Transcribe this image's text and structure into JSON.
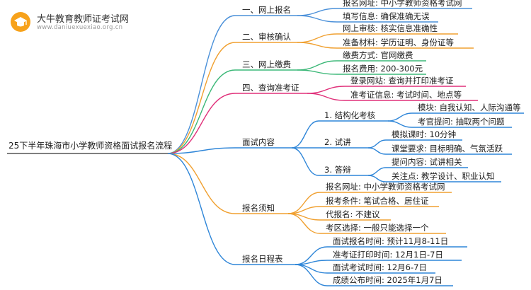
{
  "logo": {
    "name": "大牛教育教师证考试网",
    "url": "www.daniuexuexiao.org.cn"
  },
  "root": {
    "label": "25下半年珠海市小学教师资格面试报名流程"
  },
  "branches": [
    {
      "label": "一、网上报名",
      "color": "#4a90d9",
      "children": [
        {
          "label": "报名网址: 中小学教师资格考试网"
        },
        {
          "label": "填写信息: 确保准确无误"
        }
      ]
    },
    {
      "label": "二、审核确认",
      "color": "#f0a030",
      "children": [
        {
          "label": "网上审核: 核实信息准确性"
        },
        {
          "label": "准备材料: 学历证明、身份证等"
        }
      ]
    },
    {
      "label": "三、网上缴费",
      "color": "#3cb878",
      "children": [
        {
          "label": "缴费方式: 官网缴费"
        },
        {
          "label": "报名费用: 200-300元"
        }
      ]
    },
    {
      "label": "四、查询准考证",
      "color": "#e0307a",
      "children": [
        {
          "label": "登录网站: 查询并打印准考证"
        },
        {
          "label": "准考证信息: 考试时间、地点等"
        }
      ]
    },
    {
      "label": "面试内容",
      "color": "#2f86d8",
      "children": [
        {
          "label": "1. 结构化考核",
          "children": [
            {
              "label": "模块: 自我认知、人际沟通等"
            },
            {
              "label": "考官提问: 抽取两个问题"
            }
          ]
        },
        {
          "label": "2. 试讲",
          "children": [
            {
              "label": "模拟课时: 10分钟"
            },
            {
              "label": "课堂要求: 目标明确、气氛活跃"
            }
          ]
        },
        {
          "label": "3. 答辩",
          "children": [
            {
              "label": "提问内容: 试讲相关"
            },
            {
              "label": "关注点: 教学设计、职业认知"
            }
          ]
        }
      ]
    },
    {
      "label": "报名须知",
      "color": "#f0a030",
      "children": [
        {
          "label": "报名网址: 中小学教师资格考试网"
        },
        {
          "label": "报考条件: 笔试合格、居住证"
        },
        {
          "label": "代报名: 不建议"
        },
        {
          "label": "考区选择: 一般只能选择一个"
        }
      ]
    },
    {
      "label": "报名日程表",
      "color": "#2f86d8",
      "children": [
        {
          "label": "面试报名时间: 预计11月8-11日"
        },
        {
          "label": "准考证打印时间: 12月1日-7日"
        },
        {
          "label": "面试考试时间: 12月6-7日"
        },
        {
          "label": "成绩公布时间: 2025年1月7日"
        }
      ]
    }
  ]
}
